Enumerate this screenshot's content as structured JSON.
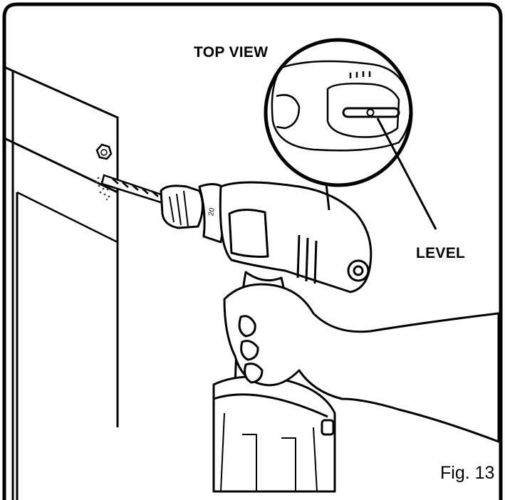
{
  "labels": {
    "top_view": "TOP VIEW",
    "level": "LEVEL",
    "figure_caption": "Fig. 13"
  },
  "drill_clutch_marking": "20"
}
